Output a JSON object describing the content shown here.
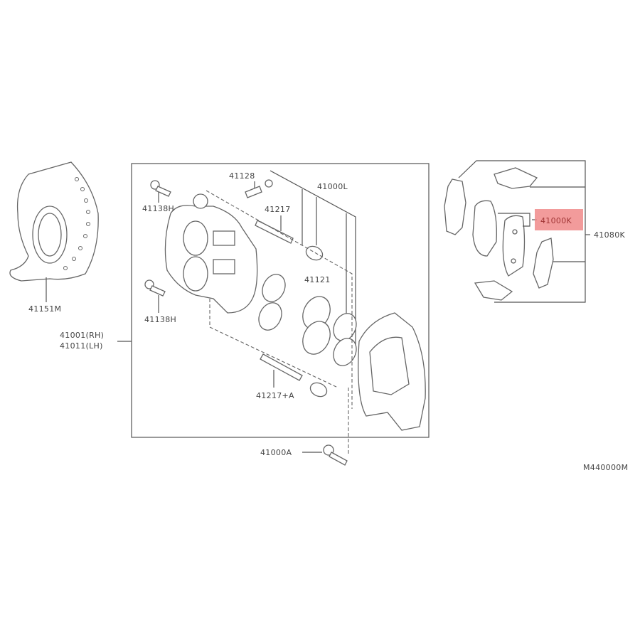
{
  "diagram": {
    "labels": {
      "shield": "41151M",
      "caliper_rh": "41001(RH)",
      "caliper_lh": "41011(LH)",
      "bolt_top": "41138H",
      "bolt_bottom": "41138H",
      "bleeder": "41128",
      "seal_kit": "41000L",
      "pin_upper": "41217",
      "piston": "41121",
      "pin_lower": "41217+A",
      "mount_bolt": "41000A",
      "pad_kit": "41000K",
      "pad_hardware_kit": "41080K",
      "diagram_code": "M440000M"
    },
    "highlight_color": "#f08a8a"
  }
}
